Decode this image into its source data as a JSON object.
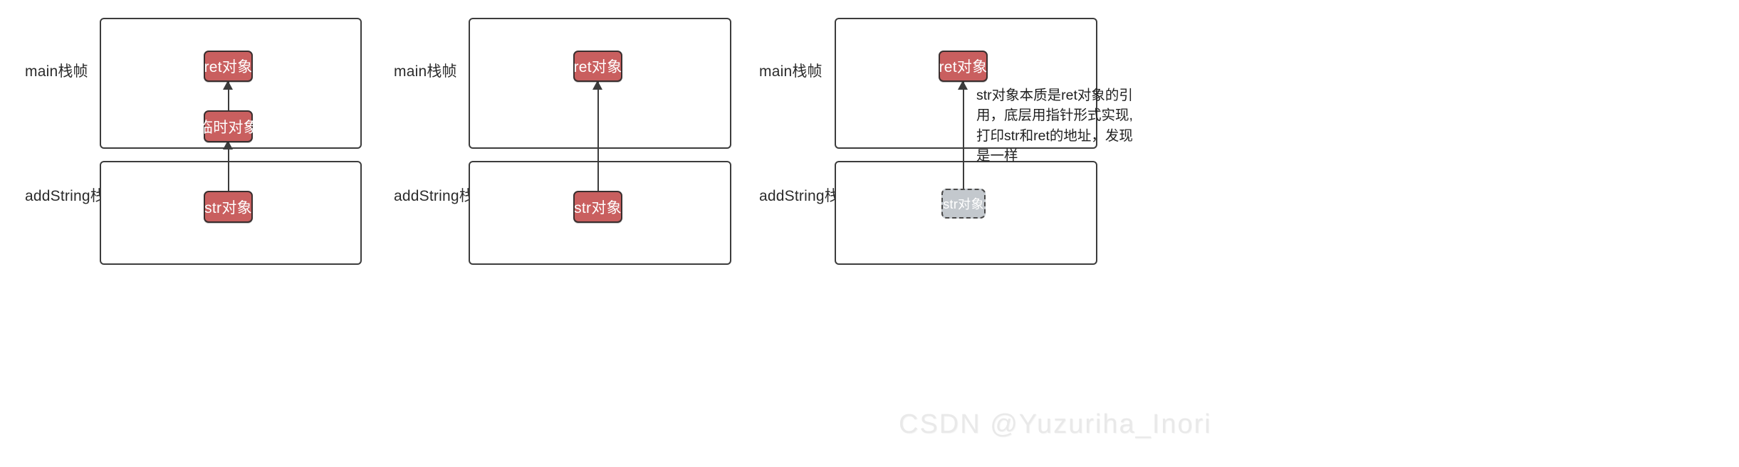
{
  "diagram": {
    "title_note": "",
    "colors": {
      "object_red": "#c95f5f",
      "object_gray": "#c3c8cd",
      "frame_border": "#3c3c3c",
      "arrow": "#3c3c3c",
      "watermark": "#e9e9e9",
      "background": "#ffffff"
    },
    "panels": [
      {
        "id": "panel-1",
        "main_frame_label": "main栈帧",
        "call_frame_label": "addString栈帧",
        "objects": [
          {
            "name": "ret-object",
            "label": "ret对象",
            "style": "red",
            "frame": "main"
          },
          {
            "name": "temp-object",
            "label": "临时对象",
            "style": "red",
            "frame": "main"
          },
          {
            "name": "str-object",
            "label": "str对象",
            "style": "red",
            "frame": "addString"
          }
        ],
        "arrows": [
          {
            "from": "str-object",
            "to": "temp-object"
          },
          {
            "from": "temp-object",
            "to": "ret-object"
          }
        ],
        "note": ""
      },
      {
        "id": "panel-2",
        "main_frame_label": "main栈帧",
        "call_frame_label": "addString栈帧",
        "objects": [
          {
            "name": "ret-object",
            "label": "ret对象",
            "style": "red",
            "frame": "main"
          },
          {
            "name": "str-object",
            "label": "str对象",
            "style": "red",
            "frame": "addString"
          }
        ],
        "arrows": [
          {
            "from": "str-object",
            "to": "ret-object"
          }
        ],
        "note": ""
      },
      {
        "id": "panel-3",
        "main_frame_label": "main栈帧",
        "call_frame_label": "addString栈帧",
        "objects": [
          {
            "name": "ret-object",
            "label": "ret对象",
            "style": "red",
            "frame": "main"
          },
          {
            "name": "str-object",
            "label": "str对象",
            "style": "gray",
            "frame": "addString"
          }
        ],
        "arrows": [
          {
            "from": "str-object",
            "to": "ret-object"
          }
        ],
        "note": "str对象本质是ret对象的引用，底层用指针形式实现,打印str和ret的地址，发现是一样"
      }
    ],
    "watermark": "CSDN @Yuzuriha_Inori"
  }
}
